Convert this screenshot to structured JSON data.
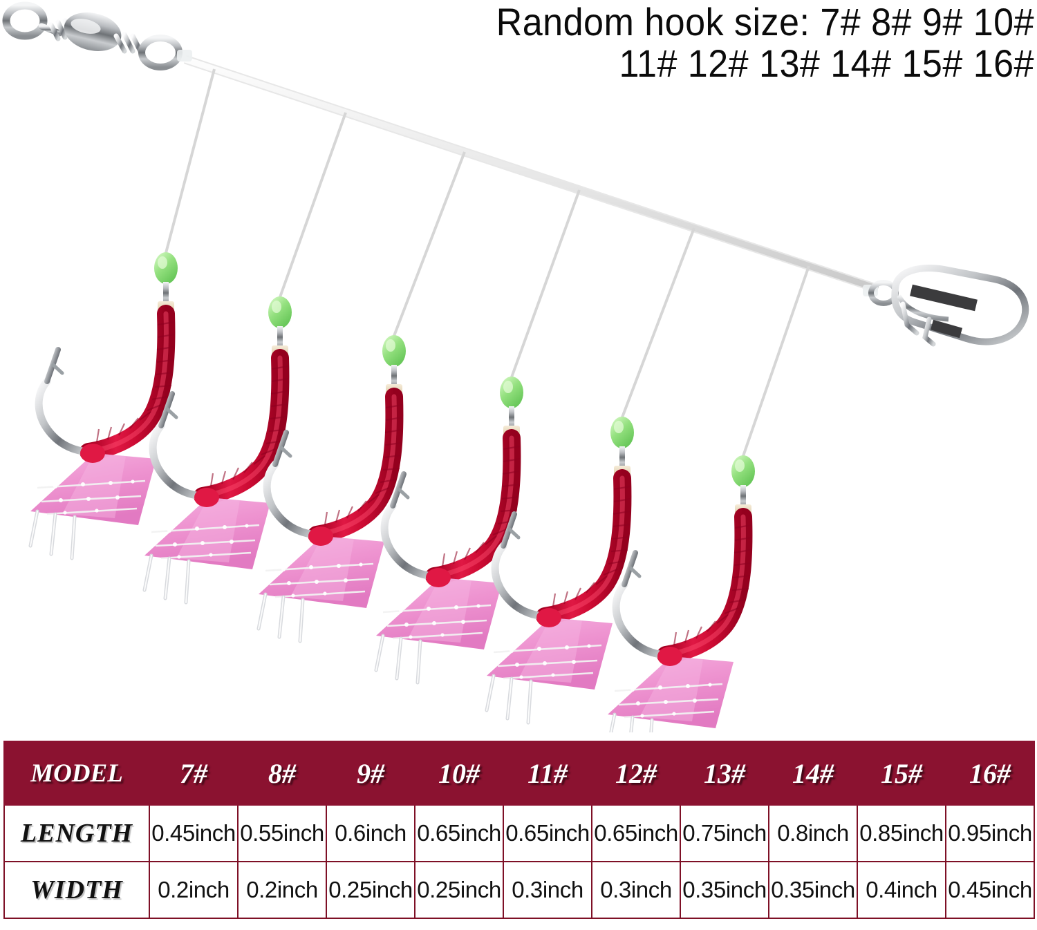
{
  "headline": {
    "line1": "Random hook size: 7# 8# 9# 10#",
    "line2": "11# 12# 13# 14# 15# 16#"
  },
  "product": {
    "name": "sabiki-rig-6-hook",
    "components": {
      "swivel": "barrel-swivel",
      "snap": "duo-lock-snap-clip",
      "main_line": "monofilament-main-line",
      "dropper_line": "monofilament-dropper",
      "bead": "luminous-green-bead",
      "sleeve": "ivory-crimp-sleeve",
      "shank_wrap": "red-thread-wrap",
      "hook": "silver-fishing-hook",
      "skirt": "pink-tinsel-skirt"
    },
    "hook_count": 6,
    "colors": {
      "bead_green": "#8dde7a",
      "skirt_pink": "#ef8fd0",
      "wrap_red": "#cc0b33",
      "sleeve_cream": "#e8d9bd",
      "metal_silver": "#b9bcc0",
      "line_white": "#e9e9e9"
    }
  },
  "table": {
    "header_bg": "#8b1230",
    "border_color": "#7e1026",
    "columns": [
      "MODEL",
      "7#",
      "8#",
      "9#",
      "10#",
      "11#",
      "12#",
      "13#",
      "14#",
      "15#",
      "16#"
    ],
    "rows": [
      {
        "label": "LENGTH",
        "values": [
          "0.45inch",
          "0.55inch",
          "0.6inch",
          "0.65inch",
          "0.65inch",
          "0.65inch",
          "0.75inch",
          "0.8inch",
          "0.85inch",
          "0.95inch"
        ]
      },
      {
        "label": "WIDTH",
        "values": [
          "0.2inch",
          "0.2inch",
          "0.25inch",
          "0.25inch",
          "0.3inch",
          "0.3inch",
          "0.35inch",
          "0.35inch",
          "0.4inch",
          "0.45inch"
        ]
      }
    ]
  }
}
